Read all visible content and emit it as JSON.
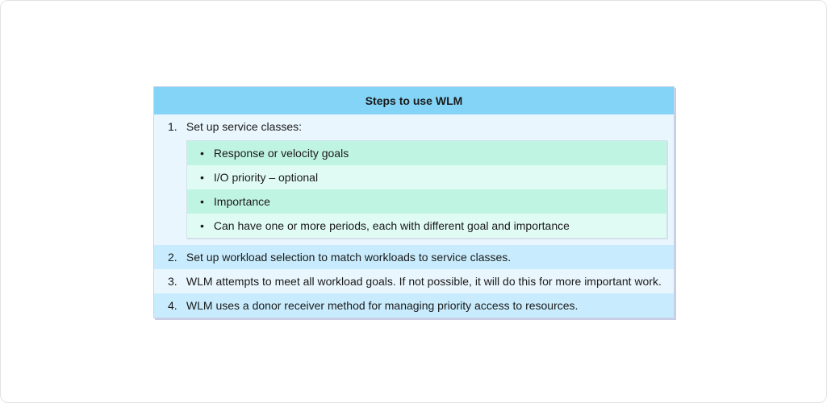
{
  "title": "Steps to use WLM",
  "steps": [
    {
      "number": "1.",
      "text": "Set up service classes:",
      "subitems": [
        "Response or velocity goals",
        "I/O priority – optional",
        "Importance",
        "Can have one or more periods, each with different goal and importance"
      ]
    },
    {
      "number": "2.",
      "text": "Set up workload selection to match workloads to service classes."
    },
    {
      "number": "3.",
      "text": "WLM attempts to meet all workload goals. If not possible, it will do this for more important work."
    },
    {
      "number": "4.",
      "text": "WLM uses a donor receiver method for managing priority access to resources."
    }
  ],
  "bullet_glyph": "•"
}
